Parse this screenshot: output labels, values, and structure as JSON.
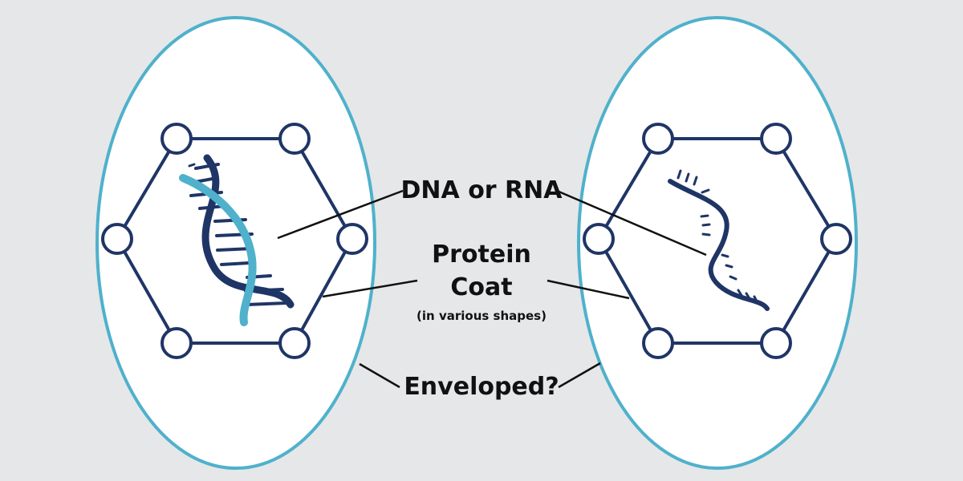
{
  "colors": {
    "background": "#e6e7e8",
    "envelope_fill": "#ffffff",
    "envelope_stroke": "#4fb1cc",
    "capsid": "#1f3566",
    "strand_light": "#4fb1cc",
    "strand_dark": "#1f3566",
    "pointer": "#111111"
  },
  "labels": {
    "genome": "DNA or RNA",
    "coat_line1": "Protein",
    "coat_line2": "Coat",
    "coat_note": "(in various shapes)",
    "envelope": "Enveloped?"
  },
  "icons": {
    "left_genome": "dna-double-helix-icon",
    "right_genome": "rna-single-strand-icon",
    "capsid": "hexagonal-capsid-icon",
    "envelope": "lipid-envelope-icon"
  }
}
